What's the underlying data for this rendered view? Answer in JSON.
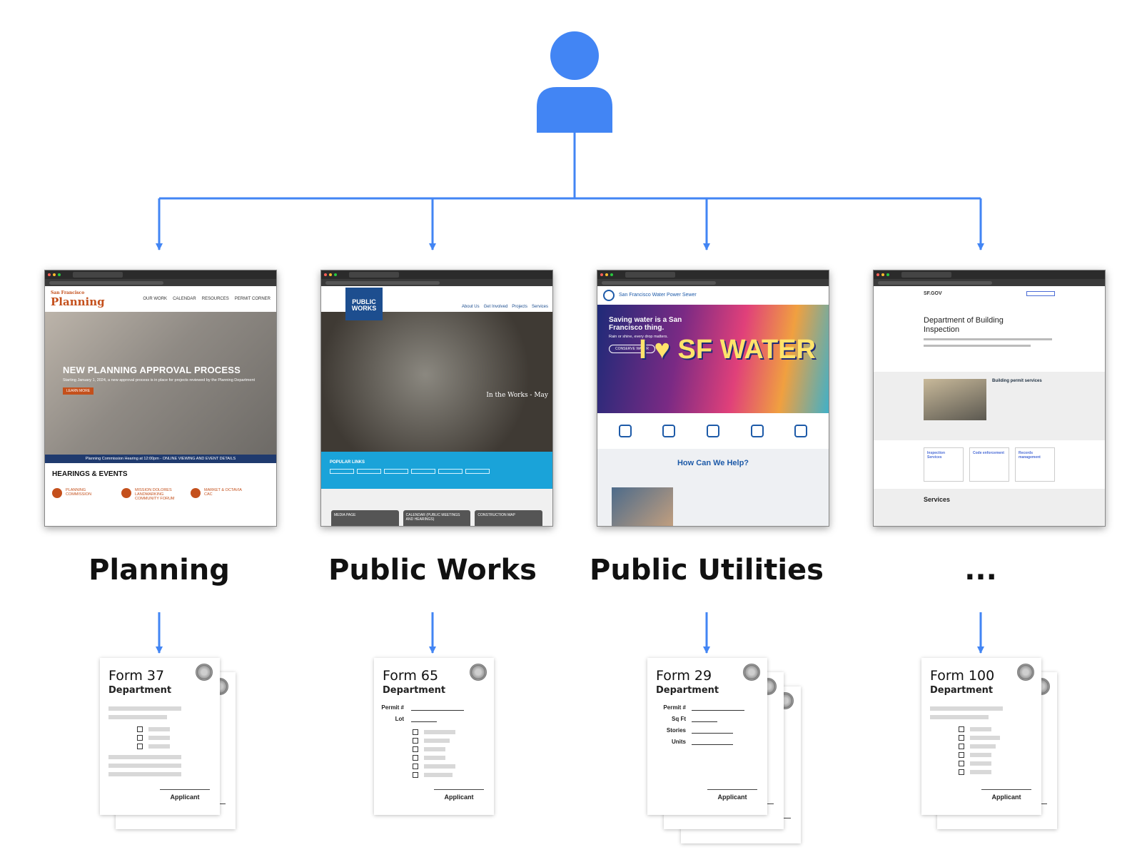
{
  "departments": [
    {
      "label": "Planning",
      "site": {
        "logo_small": "San Francisco",
        "logo": "Planning",
        "nav": [
          "OUR WORK",
          "CALENDAR",
          "RESOURCES",
          "PERMIT CORNER"
        ],
        "hero_title": "NEW PLANNING APPROVAL PROCESS",
        "hero_text": "Starting January 1, 2024, a new approval process is in place for projects reviewed by the Planning Department",
        "hero_button": "LEARN MORE",
        "banner": "Planning Commission Hearing at 12:00pm - ONLINE VIEWING AND EVENT DETAILS",
        "section_title": "HEARINGS & EVENTS",
        "events": [
          "PLANNING COMMISSION",
          "MISSION DOLORES LANDMARKING COMMUNITY FORUM",
          "MARKET & OCTAVIA CAC"
        ]
      },
      "form": {
        "title": "Form 37",
        "subtitle": "Department",
        "signature": "Applicant"
      }
    },
    {
      "label": "Public Works",
      "site": {
        "logo": "PUBLIC WORKS",
        "nav": [
          "About Us",
          "Get Involved",
          "Projects",
          "Services"
        ],
        "hero_caption": "In the Works - May",
        "links_title": "POPULAR LINKS",
        "panels": [
          "MEDIA PAGE",
          "CALENDAR (PUBLIC MEETINGS AND HEARINGS)",
          "CONSTRUCTION MAP"
        ]
      },
      "form": {
        "title": "Form 65",
        "subtitle": "Department",
        "signature": "Applicant",
        "fields": [
          "Permit #",
          "Lot"
        ]
      }
    },
    {
      "label": "Public Utilities",
      "site": {
        "logo": "San Francisco Water Power Sewer",
        "hero_title": "Saving water is a San Francisco thing.",
        "hero_text": "Rain or shine, every drop matters.",
        "hero_button": "CONSERVE WATER",
        "hero_art": "I ♥ SF WATER",
        "help_title": "How Can We Help?"
      },
      "form": {
        "title": "Form 29",
        "subtitle": "Department",
        "signature": "Applicant",
        "fields": [
          "Permit #",
          "Sq Ft",
          "Stories",
          "Units"
        ]
      }
    },
    {
      "label": "...",
      "site": {
        "logo": "SF.GOV",
        "title": "Department of Building Inspection",
        "feature": "Building permit services",
        "cards": [
          "Inspection Services",
          "Code enforcement",
          "Records management"
        ],
        "services_title": "Services"
      },
      "form": {
        "title": "Form 100",
        "subtitle": "Department",
        "signature": "Applicant"
      }
    }
  ],
  "colors": {
    "accent": "#4285f4",
    "user_icon": "#4285f4"
  },
  "icons": {
    "top": "user-icon"
  }
}
